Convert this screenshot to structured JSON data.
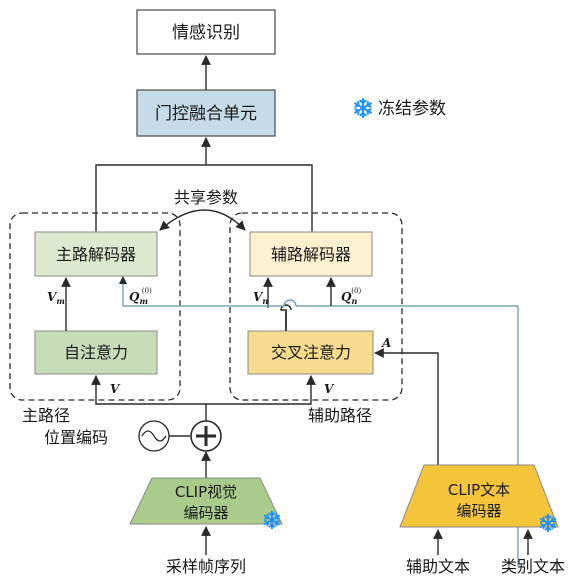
{
  "nodes": {
    "emotion": "情感识别",
    "gated_fusion": "门控融合单元",
    "frozen_legend": "冻结参数",
    "shared_params": "共享参数",
    "main_decoder": "主路解码器",
    "aux_decoder": "辅路解码器",
    "self_attention": "自注意力",
    "cross_attention": "交叉注意力",
    "main_path": "主路径",
    "aux_path": "辅助路径",
    "pos_encoding": "位置编码",
    "clip_visual_line1": "CLIP视觉",
    "clip_visual_line2": "编码器",
    "clip_text_line1": "CLIP文本",
    "clip_text_line2": "编码器",
    "sampled_frames": "采样帧序列",
    "aux_text": "辅助文本",
    "class_text": "类别文本"
  },
  "vars": {
    "V": "V",
    "A": "A",
    "Vm_base": "V",
    "Vm_sub": "m",
    "Vn_base": "V",
    "Vn_sub": "n",
    "Qm_base": "Q",
    "Qm_sub": "m",
    "Qm_sup": "(0)",
    "Qn_base": "Q",
    "Qn_sub": "n",
    "Qn_sup": "(0)"
  },
  "colors": {
    "gated_fill": "#c5dce8",
    "main_fill": "#dde9cf",
    "aux_fill": "#fbf0cf",
    "self_fill": "#c7ddb8",
    "cross_fill": "#f7dc8f",
    "clip_visual_fill": "#a9cc8c",
    "clip_text_fill": "#f4c43a",
    "snowflake": "#1e90ff"
  },
  "icons": [
    "snowflake-icon",
    "sine-wave-icon",
    "plus-circle-icon"
  ]
}
